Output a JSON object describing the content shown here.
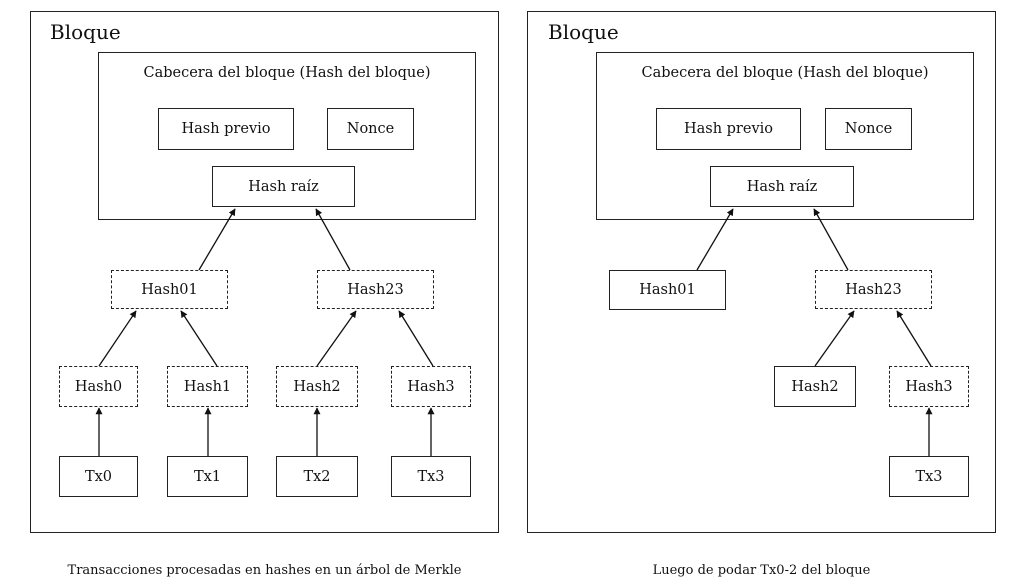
{
  "left": {
    "title": "Bloque",
    "header_title": "Cabecera del bloque (Hash del bloque)",
    "hash_previo": "Hash previo",
    "nonce": "Nonce",
    "hash_raiz": "Hash raíz",
    "hash01": "Hash01",
    "hash23": "Hash23",
    "hash0": "Hash0",
    "hash1": "Hash1",
    "hash2": "Hash2",
    "hash3": "Hash3",
    "tx0": "Tx0",
    "tx1": "Tx1",
    "tx2": "Tx2",
    "tx3": "Tx3",
    "caption": "Transacciones procesadas en hashes en un árbol de Merkle"
  },
  "right": {
    "title": "Bloque",
    "header_title": "Cabecera del bloque (Hash del bloque)",
    "hash_previo": "Hash previo",
    "nonce": "Nonce",
    "hash_raiz": "Hash raíz",
    "hash01": "Hash01",
    "hash23": "Hash23",
    "hash2": "Hash2",
    "hash3": "Hash3",
    "tx3": "Tx3",
    "caption": "Luego de podar Tx0-2 del bloque"
  }
}
